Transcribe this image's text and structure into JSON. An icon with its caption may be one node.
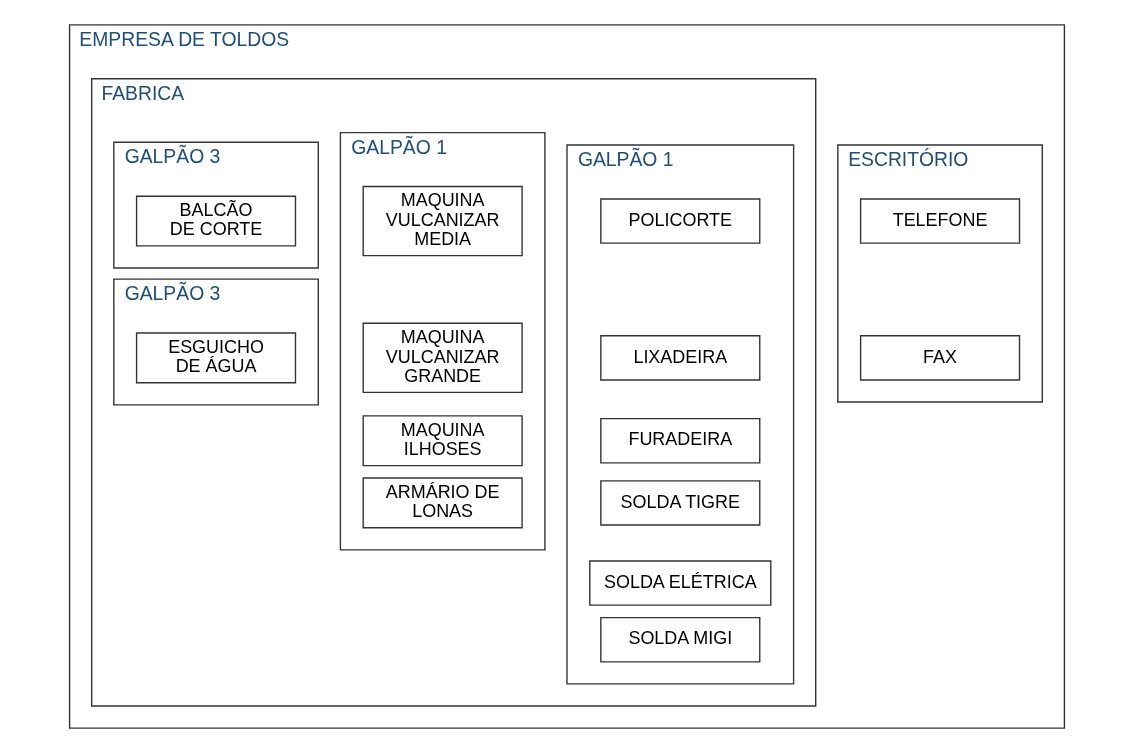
{
  "diagram": {
    "nodes": [
      {
        "text": [
          "EMPRESA DE TOLDOS"
        ]
      },
      {
        "text": [
          "ESCRITÓRIO"
        ],
        "in": 0
      },
      {
        "text": [
          "TELEFONE"
        ],
        "in": 1
      },
      {
        "text": [
          "FAX"
        ],
        "in": 1
      },
      {
        "text": [
          "FABRICA"
        ],
        "in": 0
      },
      {
        "text": [
          "GALPÃO 1"
        ],
        "in": 4
      },
      {
        "text": [
          "POLICORTE"
        ],
        "in": 5
      },
      {
        "text": [
          "LIXADEIRA"
        ],
        "in": 5
      },
      {
        "text": [
          "FURADEIRA"
        ],
        "in": 5
      },
      {
        "text": [
          "SOLDA TIGRE"
        ],
        "in": 5
      },
      {
        "text": [
          "SOLDA ELÉTRICA"
        ],
        "in": 5
      },
      {
        "text": [
          "SOLDA MIGI"
        ],
        "in": 5
      },
      {
        "text": [
          "GALPÃO 1"
        ],
        "in": 4
      },
      {
        "text": [
          "MAQUINA VULCANIZAR MEDIA"
        ],
        "in": 12
      },
      {
        "text": [
          "MAQUINA VULCANIZAR GRANDE"
        ],
        "in": 12
      },
      {
        "text": [
          "MAQUINA ILHOSES"
        ],
        "in": 12
      },
      {
        "text": [
          "ARMÁRIO DE LONAS"
        ],
        "in": 12
      },
      {
        "text": [
          "GALPÃO 3"
        ],
        "in": 4
      },
      {
        "text": [
          "BALCÃO DE CORTE"
        ],
        "in": 17
      },
      {
        "text": [
          "GALPÃO 3"
        ],
        "in": 4
      },
      {
        "text": [
          "ESGUICHO DE ÁGUA"
        ],
        "in": 19
      }
    ]
  }
}
